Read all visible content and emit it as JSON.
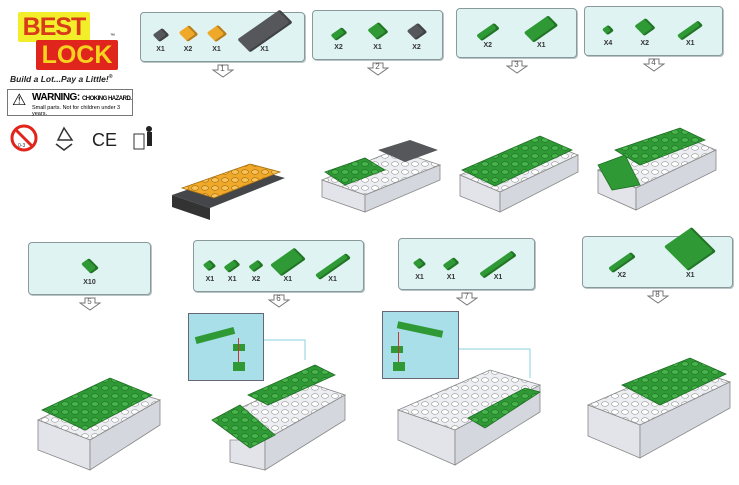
{
  "brand": {
    "line1": "BEST",
    "line2": "LOCK",
    "tm": "™",
    "tagline": "Build a Lot...Pay a Little!",
    "registered": "®"
  },
  "warning": {
    "title": "WARNING:",
    "subtitle": "CHOKING HAZARD.",
    "text": "Small parts. Not for children under 3 years."
  },
  "icons": {
    "age_label": "0-3",
    "ce": "CE"
  },
  "colors": {
    "green": "#2f9a35",
    "dark": "#55575a",
    "orange": "#f0a828",
    "panel": "#dff3f3"
  },
  "steps": [
    {
      "number": "1",
      "parts": [
        {
          "qty": "X1",
          "color": "#55575a",
          "w": 12,
          "h": 10
        },
        {
          "qty": "X2",
          "color": "#f0a828",
          "w": 13,
          "h": 13
        },
        {
          "qty": "X1",
          "color": "#f0a828",
          "w": 14,
          "h": 13
        },
        {
          "qty": "X1",
          "color": "#55575a",
          "w": 52,
          "h": 18
        }
      ]
    },
    {
      "number": "2",
      "parts": [
        {
          "qty": "X2",
          "color": "#2f9a35",
          "w": 14,
          "h": 8
        },
        {
          "qty": "X1",
          "color": "#2f9a35",
          "w": 14,
          "h": 14
        },
        {
          "qty": "X2",
          "color": "#55575a",
          "w": 14,
          "h": 13
        }
      ]
    },
    {
      "number": "3",
      "parts": [
        {
          "qty": "X2",
          "color": "#2f9a35",
          "w": 22,
          "h": 8
        },
        {
          "qty": "X1",
          "color": "#2f9a35",
          "w": 30,
          "h": 14
        }
      ]
    },
    {
      "number": "4",
      "parts": [
        {
          "qty": "X4",
          "color": "#2f9a35",
          "w": 8,
          "h": 8
        },
        {
          "qty": "X2",
          "color": "#2f9a35",
          "w": 14,
          "h": 14
        },
        {
          "qty": "X1",
          "color": "#2f9a35",
          "w": 26,
          "h": 7
        }
      ]
    },
    {
      "number": "5",
      "parts": [
        {
          "qty": "X10",
          "color": "#2f9a35",
          "w": 10,
          "h": 14
        }
      ]
    },
    {
      "number": "6",
      "parts": [
        {
          "qty": "X1",
          "color": "#2f9a35",
          "w": 9,
          "h": 9
        },
        {
          "qty": "X1",
          "color": "#2f9a35",
          "w": 14,
          "h": 8
        },
        {
          "qty": "X2",
          "color": "#2f9a35",
          "w": 12,
          "h": 8
        },
        {
          "qty": "X1",
          "color": "#2f9a35",
          "w": 30,
          "h": 16
        },
        {
          "qty": "X1",
          "color": "#2f9a35",
          "w": 38,
          "h": 7
        }
      ]
    },
    {
      "number": "7",
      "parts": [
        {
          "qty": "X1",
          "color": "#2f9a35",
          "w": 9,
          "h": 9
        },
        {
          "qty": "X1",
          "color": "#2f9a35",
          "w": 14,
          "h": 8
        },
        {
          "qty": "X1",
          "color": "#2f9a35",
          "w": 40,
          "h": 7
        }
      ]
    },
    {
      "number": "8",
      "parts": [
        {
          "qty": "X2",
          "color": "#2f9a35",
          "w": 28,
          "h": 7
        },
        {
          "qty": "X1",
          "color": "#2f9a35",
          "w": 34,
          "h": 34
        }
      ]
    }
  ]
}
